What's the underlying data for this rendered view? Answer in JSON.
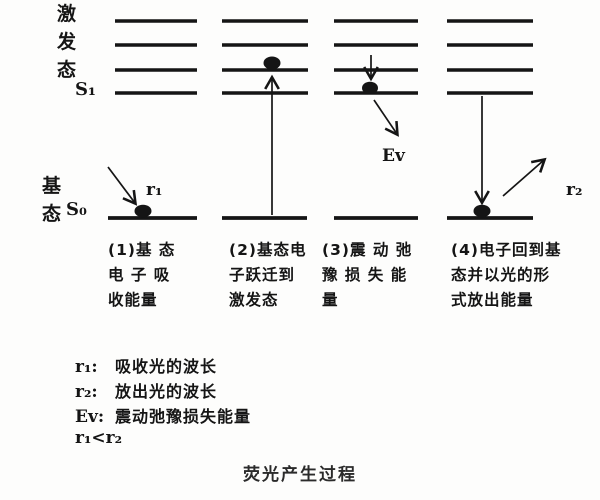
{
  "colors": {
    "ink": "#151515",
    "background": "#fdfdfc"
  },
  "diagram": {
    "excited_label_chars": [
      "激",
      "发",
      "态"
    ],
    "s1_label": "S₁",
    "ground_label_chars": [
      "基",
      "态"
    ],
    "s0_label": "S₀",
    "r1_label": "r₁",
    "ev_label": "Ev",
    "r2_label": "r₂"
  },
  "captions": [
    {
      "text": "(1)基 态\n电 子 吸\n收能量"
    },
    {
      "text": "(2)基态电\n子跃迁到\n激发态"
    },
    {
      "text": "(3)震 动 弛\n豫 损 失 能\n量"
    },
    {
      "text": "(4)电子回到基\n态并以光的形\n式放出能量"
    }
  ],
  "legend": [
    {
      "symbol": "r₁:",
      "text": "吸收光的波长"
    },
    {
      "symbol": "r₂:",
      "text": "放出光的波长"
    },
    {
      "symbol": "Ev:",
      "text": "震动弛豫损失能量"
    },
    {
      "symbol": "r₁<r₂",
      "text": ""
    }
  ],
  "title": "荧光产生过程"
}
